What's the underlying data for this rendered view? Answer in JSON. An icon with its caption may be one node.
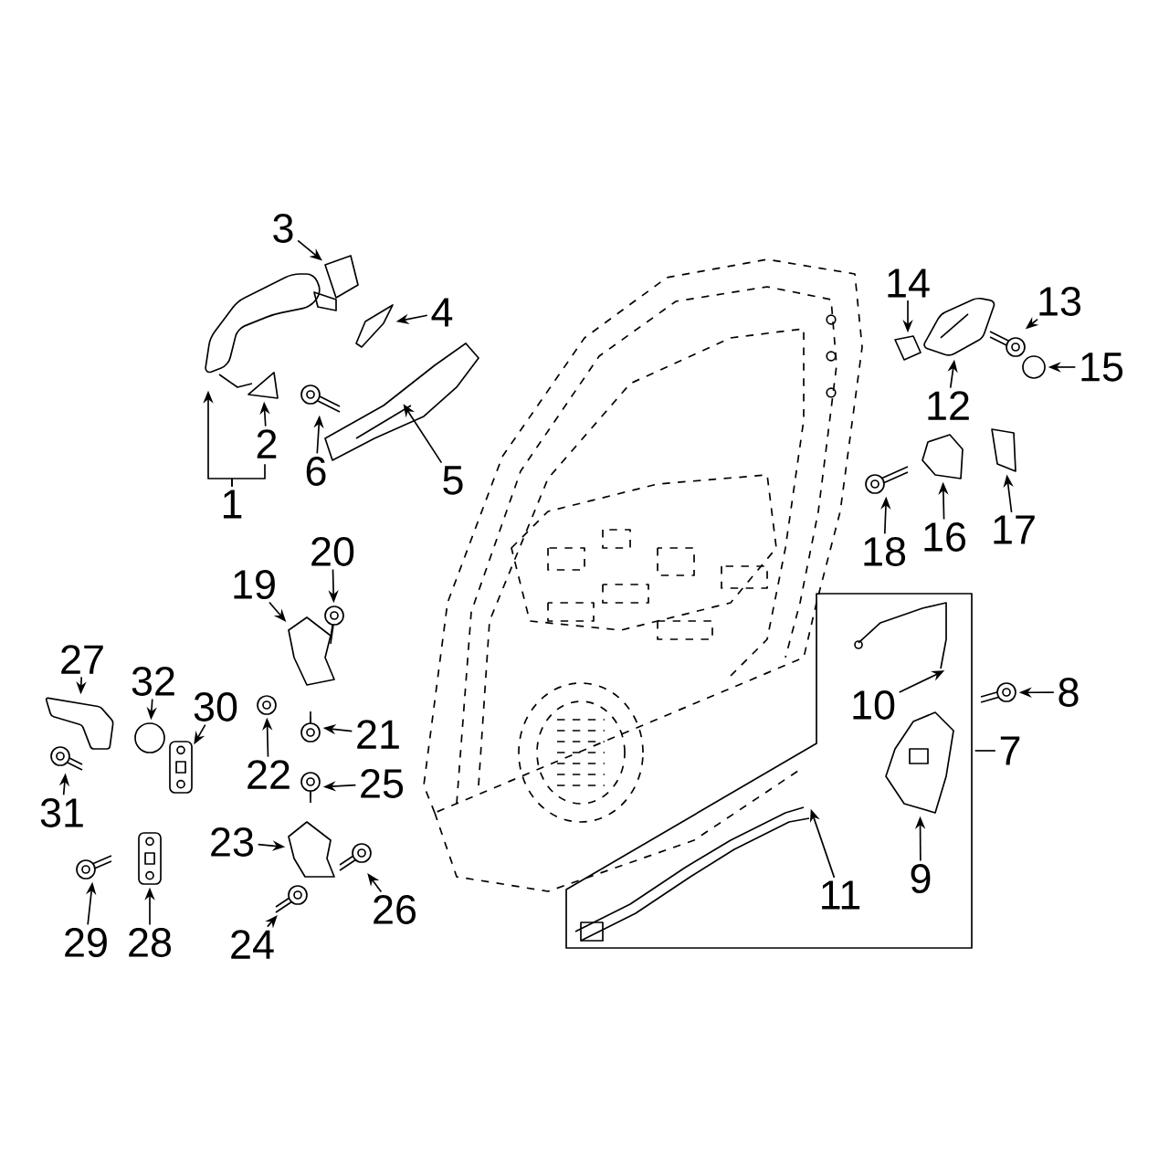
{
  "diagram": {
    "nodes": [
      {
        "text": [],
        "shape": "box"
      },
      {
        "text": [
          "1"
        ]
      },
      {
        "text": [
          "2"
        ]
      },
      {
        "text": [
          "3"
        ]
      },
      {
        "text": [
          "4"
        ]
      },
      {
        "text": [
          "5"
        ]
      },
      {
        "text": [
          "6"
        ]
      },
      {
        "text": [
          "7"
        ]
      },
      {
        "text": [
          "8"
        ]
      },
      {
        "text": [
          "9"
        ],
        "in": 0
      },
      {
        "text": [
          "10"
        ],
        "in": 0
      },
      {
        "text": [
          "11"
        ],
        "in": 0
      },
      {
        "text": [
          "12"
        ]
      },
      {
        "text": [
          "13"
        ]
      },
      {
        "text": [
          "14"
        ]
      },
      {
        "text": [
          "15"
        ]
      },
      {
        "text": [
          "16"
        ]
      },
      {
        "text": [
          "17"
        ]
      },
      {
        "text": [
          "18"
        ]
      },
      {
        "text": [
          "19"
        ]
      },
      {
        "text": [
          "20"
        ]
      },
      {
        "text": [
          "21"
        ]
      },
      {
        "text": [
          "22"
        ]
      },
      {
        "text": [
          "23"
        ]
      },
      {
        "text": [
          "24"
        ]
      },
      {
        "text": [
          "25"
        ]
      },
      {
        "text": [
          "26"
        ]
      },
      {
        "text": [
          "27"
        ]
      },
      {
        "text": [
          "28"
        ]
      },
      {
        "text": [
          "29"
        ]
      },
      {
        "text": [
          "30"
        ]
      },
      {
        "text": [
          "31"
        ]
      },
      {
        "text": [
          "32"
        ]
      },
      {
        "text": [],
        "shape": "picture"
      },
      {
        "text": [],
        "shape": "picture"
      },
      {
        "text": [],
        "shape": "picture"
      },
      {
        "text": [],
        "shape": "picture"
      },
      {
        "text": [],
        "shape": "picture"
      },
      {
        "text": [],
        "shape": "picture"
      },
      {
        "text": [],
        "shape": "picture"
      },
      {
        "text": [],
        "shape": "picture",
        "in": 0
      },
      {
        "text": [],
        "shape": "picture",
        "in": 0
      },
      {
        "text": [],
        "shape": "picture",
        "in": 0
      },
      {
        "text": [],
        "shape": "picture"
      },
      {
        "text": [],
        "shape": "picture"
      },
      {
        "text": [],
        "shape": "picture"
      },
      {
        "text": [],
        "shape": "circle"
      },
      {
        "text": [],
        "shape": "picture"
      },
      {
        "text": [],
        "shape": "picture"
      },
      {
        "text": [],
        "shape": "picture"
      },
      {
        "text": [],
        "shape": "picture"
      },
      {
        "text": [],
        "shape": "picture"
      },
      {
        "text": [],
        "shape": "picture"
      },
      {
        "text": [],
        "shape": "picture"
      },
      {
        "text": [],
        "shape": "picture"
      },
      {
        "text": [],
        "shape": "picture"
      },
      {
        "text": [],
        "shape": "picture"
      },
      {
        "text": [],
        "shape": "picture"
      },
      {
        "text": [],
        "shape": "picture"
      },
      {
        "text": [],
        "shape": "picture"
      },
      {
        "text": [],
        "shape": "picture"
      },
      {
        "text": [],
        "shape": "picture"
      },
      {
        "text": [],
        "shape": "picture"
      },
      {
        "text": [],
        "shape": "circle"
      }
    ],
    "edges": [
      {
        "from": 1,
        "to": 33,
        "arrow": "to"
      },
      {
        "from": 1,
        "to": 2,
        "arrow": "none"
      },
      {
        "from": 2,
        "to": 34,
        "arrow": "to"
      },
      {
        "from": 3,
        "to": 35,
        "arrow": "to"
      },
      {
        "from": 4,
        "to": 36,
        "arrow": "to"
      },
      {
        "from": 5,
        "to": 37,
        "arrow": "to"
      },
      {
        "from": 6,
        "to": 38,
        "arrow": "to"
      },
      {
        "from": 7,
        "to": 0,
        "arrow": "none"
      },
      {
        "from": 8,
        "to": 39,
        "arrow": "to"
      },
      {
        "from": 9,
        "to": 40,
        "arrow": "to"
      },
      {
        "from": 10,
        "to": 41,
        "arrow": "to"
      },
      {
        "from": 11,
        "to": 42,
        "arrow": "to"
      },
      {
        "from": 12,
        "to": 43,
        "arrow": "to"
      },
      {
        "from": 13,
        "to": 44,
        "arrow": "to"
      },
      {
        "from": 14,
        "to": 45,
        "arrow": "to"
      },
      {
        "from": 15,
        "to": 46,
        "arrow": "to"
      },
      {
        "from": 16,
        "to": 47,
        "arrow": "to"
      },
      {
        "from": 17,
        "to": 48,
        "arrow": "to"
      },
      {
        "from": 18,
        "to": 49,
        "arrow": "to"
      },
      {
        "from": 19,
        "to": 50,
        "arrow": "to"
      },
      {
        "from": 20,
        "to": 51,
        "arrow": "to"
      },
      {
        "from": 21,
        "to": 52,
        "arrow": "to"
      },
      {
        "from": 22,
        "to": 53,
        "arrow": "to"
      },
      {
        "from": 23,
        "to": 54,
        "arrow": "to"
      },
      {
        "from": 24,
        "to": 55,
        "arrow": "to"
      },
      {
        "from": 25,
        "to": 56,
        "arrow": "to"
      },
      {
        "from": 26,
        "to": 57,
        "arrow": "to"
      },
      {
        "from": 27,
        "to": 58,
        "arrow": "to"
      },
      {
        "from": 28,
        "to": 59,
        "arrow": "to"
      },
      {
        "from": 29,
        "to": 60,
        "arrow": "to"
      },
      {
        "from": 30,
        "to": 61,
        "arrow": "to"
      },
      {
        "from": 31,
        "to": 62,
        "arrow": "to"
      },
      {
        "from": 32,
        "to": 63,
        "arrow": "to"
      }
    ]
  }
}
